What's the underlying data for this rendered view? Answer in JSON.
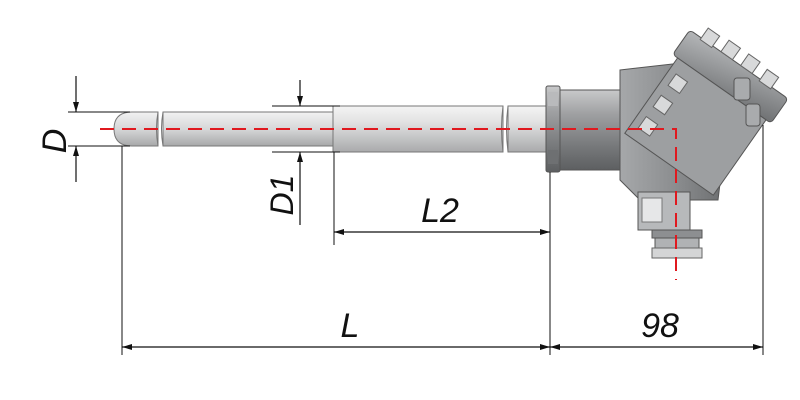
{
  "dimensions": {
    "D": "D",
    "D1": "D1",
    "L2": "L2",
    "L": "L",
    "head_length": "98"
  },
  "colors": {
    "axis_line": "#e0191f",
    "dimension_line": "#111111",
    "sheath": "#cfd0d1",
    "head_body": "#8a8c8e"
  }
}
